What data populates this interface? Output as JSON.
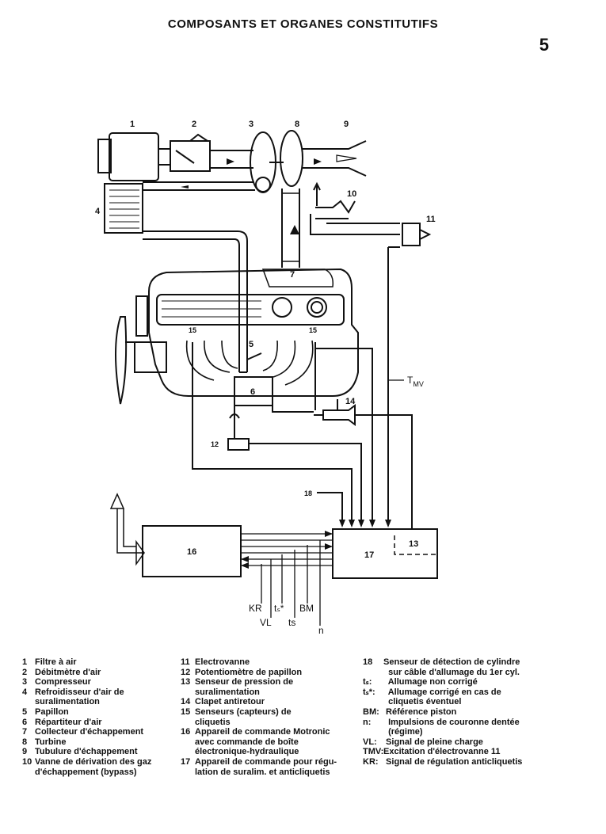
{
  "header": {
    "title": "COMPOSANTS ET ORGANES CONSTITUTIFS",
    "page_number": "5"
  },
  "diagram": {
    "component_numbers": [
      "1",
      "2",
      "3",
      "8",
      "9",
      "4",
      "10",
      "11",
      "7",
      "15",
      "15",
      "5",
      "6",
      "14",
      "12",
      "18",
      "16",
      "17",
      "13"
    ],
    "signals": {
      "kr": "KR",
      "vl": "VL",
      "ts_star": "tₛ*",
      "ts": "ts",
      "bm": "BM",
      "n": "n",
      "tmv": "T",
      "tmv_sub": "MV"
    }
  },
  "legend": {
    "col1": [
      {
        "num": "1",
        "text": "Filtre à air"
      },
      {
        "num": "2",
        "text": "Débitmètre d'air"
      },
      {
        "num": "3",
        "text": "Compresseur"
      },
      {
        "num": "4",
        "text": "Refroidisseur d'air de"
      },
      {
        "num": "",
        "text": "suralimentation"
      },
      {
        "num": "5",
        "text": "Papillon"
      },
      {
        "num": "6",
        "text": "Répartiteur d'air"
      },
      {
        "num": "7",
        "text": "Collecteur d'échappement"
      },
      {
        "num": "8",
        "text": "Turbine"
      },
      {
        "num": "9",
        "text": "Tubulure d'échappement"
      },
      {
        "num": "10",
        "text": "Vanne de dérivation des gaz"
      },
      {
        "num": "",
        "text": "d'échappement (bypass)"
      }
    ],
    "col2": [
      {
        "num": "11",
        "text": "Electrovanne"
      },
      {
        "num": "12",
        "text": "Potentiomètre de papillon"
      },
      {
        "num": "13",
        "text": "Senseur de pression de"
      },
      {
        "num": "",
        "text": "suralimentation"
      },
      {
        "num": "14",
        "text": "Clapet antiretour"
      },
      {
        "num": "15",
        "text": "Senseurs (capteurs) de"
      },
      {
        "num": "",
        "text": "cliquetis"
      },
      {
        "num": "16",
        "text": "Appareil de commande Motronic"
      },
      {
        "num": "",
        "text": "avec commande de boîte"
      },
      {
        "num": "",
        "text": "électronique-hydraulique"
      },
      {
        "num": "17",
        "text": "Appareil de commande pour régu-"
      },
      {
        "num": "",
        "text": "lation de suralim. et anticliquetis"
      }
    ],
    "col3": [
      {
        "num": "18",
        "text": "Senseur de détection de cylindre"
      },
      {
        "num": "",
        "text": "  sur câble d'allumage du 1er cyl."
      },
      {
        "num": "tₛ:",
        "text": "  Allumage non corrigé"
      },
      {
        "num": "tₛ*:",
        "text": "  Allumage corrigé en cas de"
      },
      {
        "num": "",
        "text": "  cliquetis éventuel"
      },
      {
        "num": "BM:",
        "text": " Référence piston"
      },
      {
        "num": "n:",
        "text": "  Impulsions de couronne dentée"
      },
      {
        "num": "",
        "text": "  (régime)"
      },
      {
        "num": "VL:",
        "text": " Signal de pleine charge"
      },
      {
        "num": "TMV:",
        "text": "Excitation d'électrovanne 11"
      },
      {
        "num": "KR:",
        "text": " Signal de régulation anticliquetis"
      }
    ]
  }
}
